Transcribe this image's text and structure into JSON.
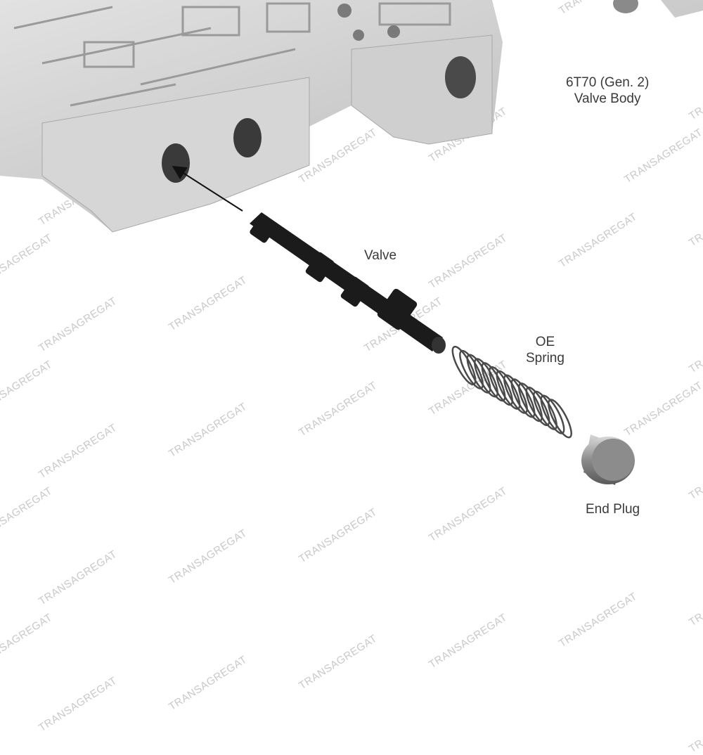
{
  "labels": {
    "valve_body": [
      "6T70 (Gen. 2)",
      "Valve Body"
    ],
    "valve": "Valve",
    "spring": [
      "OE",
      "Spring"
    ],
    "end_plug": "End Plug"
  },
  "watermark": "TRANSAGREGAT",
  "colors": {
    "valve_body": "#c8c8c8",
    "valve": "#1a1a1a",
    "spring": "#4a4a4a",
    "end_plug": "#9a9a9a",
    "watermark": "#c9c9c9",
    "label": "#3a3a3a"
  }
}
